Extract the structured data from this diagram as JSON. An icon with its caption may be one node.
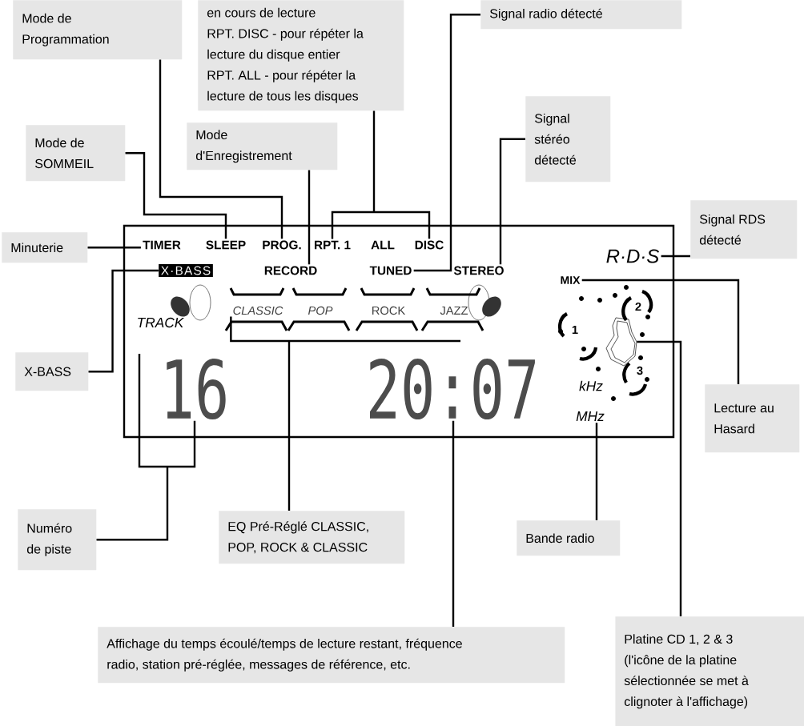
{
  "diagram": {
    "nodes": [
      {
        "text": [
          "Mode de Programmation"
        ]
      },
      {
        "text": [
          "en cours de lecture RPT. DISC - pour répéter la lecture du disque entier RPT. ALL - pour répéter la lecture de tous les disques"
        ]
      },
      {
        "text": [
          "Signal radio détecté"
        ]
      },
      {
        "text": [
          "Mode de SOMMEIL"
        ]
      },
      {
        "text": [
          "Mode d'Enregistrement"
        ]
      },
      {
        "text": [
          "Signal stéréo détecté"
        ]
      },
      {
        "text": [
          "Minuterie"
        ]
      },
      {
        "text": [
          "Signal RDS détecté"
        ]
      },
      {
        "text": [
          "X-BASS"
        ]
      },
      {
        "text": [
          "Lecture au Hasard"
        ]
      },
      {
        "text": [
          "Numéro de piste"
        ]
      },
      {
        "text": [
          "EQ Pré-Réglé CLASSIC, POP, ROCK & CLASSIC"
        ]
      },
      {
        "text": [
          "Bande radio"
        ]
      },
      {
        "text": [
          "Affichage du temps écoulé/temps de lecture restant, fréquence radio, station pré-réglée, messages de référence, etc."
        ]
      },
      {
        "text": [
          "Platine CD 1, 2 & 3 (l'icône de la platine sélectionnée se met à clignoter à l'affichage)"
        ]
      },
      {
        "text": [
          "TIMER"
        ]
      },
      {
        "text": [
          "SLEEP"
        ]
      },
      {
        "text": [
          "PROG."
        ]
      },
      {
        "text": [
          "RPT. 1"
        ]
      },
      {
        "text": [
          "DISC"
        ]
      },
      {
        "text": [
          "X·BASS"
        ]
      },
      {
        "text": [
          "RECORD"
        ]
      },
      {
        "text": [
          "TUNED"
        ]
      },
      {
        "text": [
          "STEREO"
        ]
      },
      {
        "text": [
          "R·D·S"
        ]
      },
      {
        "text": [
          "MIX"
        ]
      },
      {
        "text": [
          "CLASSIC"
        ]
      },
      {
        "text": [
          "16"
        ]
      },
      {
        "text": [
          "20:07"
        ]
      },
      {
        "text": [
          "MHz"
        ]
      },
      {
        "text": [],
        "shape": "shield"
      }
    ],
    "edges": [
      {
        "from": 6,
        "to": 15,
        "arrow": "none"
      },
      {
        "from": 3,
        "to": 16,
        "arrow": "none"
      },
      {
        "from": 0,
        "to": 17,
        "arrow": "none"
      },
      {
        "from": 1,
        "to": 18,
        "arrow": "none"
      },
      {
        "from": 1,
        "to": 19,
        "arrow": "none"
      },
      {
        "from": 4,
        "to": 21,
        "arrow": "none"
      },
      {
        "from": 2,
        "to": 22,
        "arrow": "none"
      },
      {
        "from": 5,
        "to": 23,
        "arrow": "none"
      },
      {
        "from": 7,
        "to": 24,
        "arrow": "none"
      },
      {
        "from": 8,
        "to": 20,
        "arrow": "none"
      },
      {
        "from": 9,
        "to": 25,
        "arrow": "none"
      },
      {
        "from": 10,
        "to": 27,
        "arrow": "none"
      },
      {
        "from": 11,
        "to": 26,
        "arrow": "none"
      },
      {
        "from": 12,
        "to": 29,
        "arrow": "none"
      },
      {
        "from": 13,
        "to": 28,
        "arrow": "none"
      },
      {
        "from": 14,
        "to": 30,
        "arrow": "none"
      }
    ],
    "labels": [
      "ALL",
      "POP",
      "ROCK",
      "JAZZ",
      "TRACK",
      "1",
      "2",
      "3",
      "kHz"
    ]
  }
}
